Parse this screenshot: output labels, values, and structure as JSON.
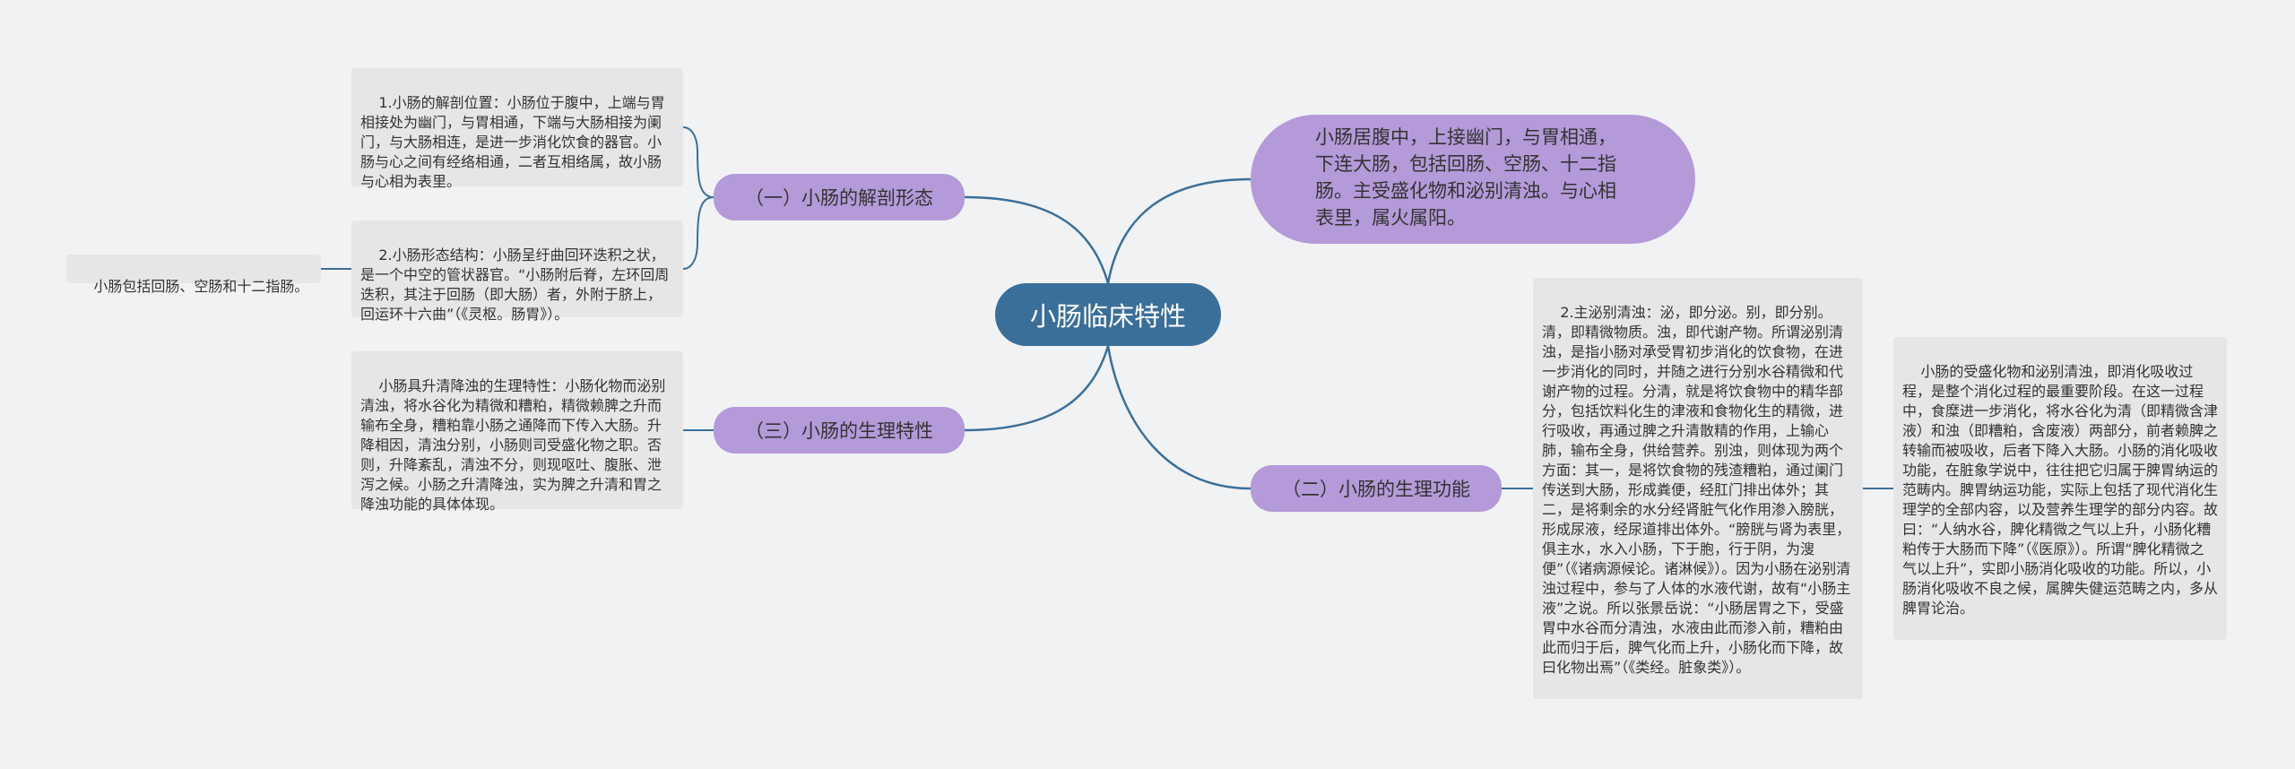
{
  "root": {
    "label": "小肠临床特性"
  },
  "summary": {
    "text": "小肠居腹中，上接幽门，与胃相通，下连大肠，包括回肠、空肠、十二指肠。主受盛化物和泌别清浊。与心相表里，属火属阳。"
  },
  "branches": {
    "anatomy": {
      "label": "（一）小肠的解剖形态",
      "leaf1": "1.小肠的解剖位置：小肠位于腹中，上端与胃相接处为幽门，与胃相通，下端与大肠相接为阑门，与大肠相连，是进一步消化饮食的器官。小肠与心之间有经络相通，二者互相络属，故小肠与心相为表里。",
      "leaf2": "2.小肠形态结构：小肠呈纡曲回环迭积之状，是一个中空的管状器官。“小肠附后脊，左环回周迭积，其注于回肠（即大肠）者，外附于脐上，回运环十六曲”（《灵枢。肠胃》）。",
      "leaf2_sub": "小肠包括回肠、空肠和十二指肠。"
    },
    "physiology_traits": {
      "label": "（三）小肠的生理特性",
      "leaf": "小肠具升清降浊的生理特性：小肠化物而泌别清浊，将水谷化为精微和糟粕，精微赖脾之升而输布全身，糟粕靠小肠之通降而下传入大肠。升降相因，清浊分别，小肠则司受盛化物之职。否则，升降紊乱，清浊不分，则现呕吐、腹胀、泄泻之候。小肠之升清降浊，实为脾之升清和胃之降浊功能的具体体现。"
    },
    "physiology_function": {
      "label": "（二）小肠的生理功能",
      "leaf_left": "2.主泌别清浊：泌，即分泌。别，即分别。清，即精微物质。浊，即代谢产物。所谓泌别清浊，是指小肠对承受胃初步消化的饮食物，在进一步消化的同时，并随之进行分别水谷精微和代谢产物的过程。分清，就是将饮食物中的精华部分，包括饮料化生的津液和食物化生的精微，进行吸收，再通过脾之升清散精的作用，上输心肺，输布全身，供给营养。别浊，则体现为两个方面：其一，是将饮食物的残渣糟粕，通过阑门传送到大肠，形成粪便，经肛门排出体外；其二，是将剩余的水分经肾脏气化作用渗入膀胱，形成尿液，经尿道排出体外。“膀胱与肾为表里，俱主水，水入小肠，下于胞，行于阴，为溲便”（《诸病源候论。诸淋候》）。因为小肠在泌别清浊过程中，参与了人体的水液代谢，故有“小肠主液”之说。所以张景岳说：“小肠居胃之下，受盛胃中水谷而分清浊，水液由此而渗入前，糟粕由此而归于后，脾气化而上升，小肠化而下降，故曰化物出焉”（《类经。脏象类》）。",
      "leaf_right": "小肠的受盛化物和泌别清浊，即消化吸收过程，是整个消化过程的最重要阶段。在这一过程中，食糜进一步消化，将水谷化为清（即精微含津液）和浊（即糟粕，含废液）两部分，前者赖脾之转输而被吸收，后者下降入大肠。小肠的消化吸收功能，在脏象学说中，往往把它归属于脾胃纳运的范畴内。脾胃纳运功能，实际上包括了现代消化生理学的全部内容，以及营养生理学的部分内容。故曰：“人纳水谷，脾化精微之气以上升，小肠化糟粕传于大肠而下降”（《医原》）。所谓“脾化精微之气以上升”，实即小肠消化吸收的功能。所以，小肠消化吸收不良之候，属脾失健运范畴之内，多从脾胃论治。"
    }
  },
  "colors": {
    "background": "#f1f2f4",
    "root": "#3a6f9a",
    "branch": "#b49ad9",
    "leaf": "#e6e6e8",
    "link": "#3a6f9a"
  }
}
